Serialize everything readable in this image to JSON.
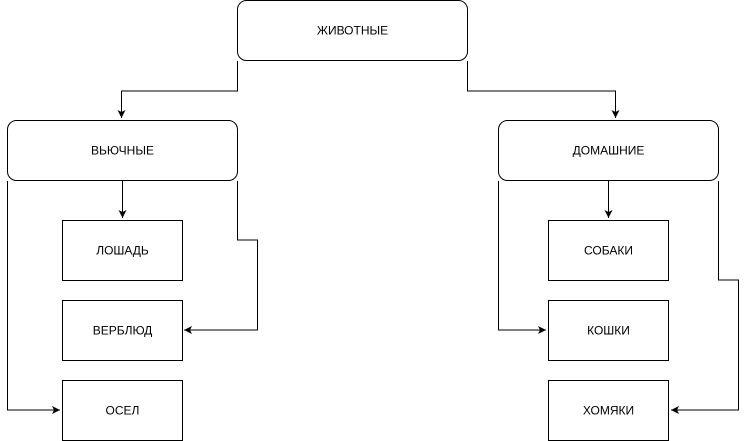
{
  "nodes": {
    "root": "ЖИВОТНЫЕ",
    "pack": "ВЬЮЧНЫЕ",
    "domestic": "ДОМАШНИЕ",
    "horse": "ЛОШАДЬ",
    "camel": "ВЕРБЛЮД",
    "donkey": "ОСЕЛ",
    "dogs": "СОБАКИ",
    "cats": "КОШКИ",
    "hamsters": "ХОМЯКИ"
  },
  "colors": {
    "stroke": "#000000",
    "fill": "#ffffff"
  }
}
